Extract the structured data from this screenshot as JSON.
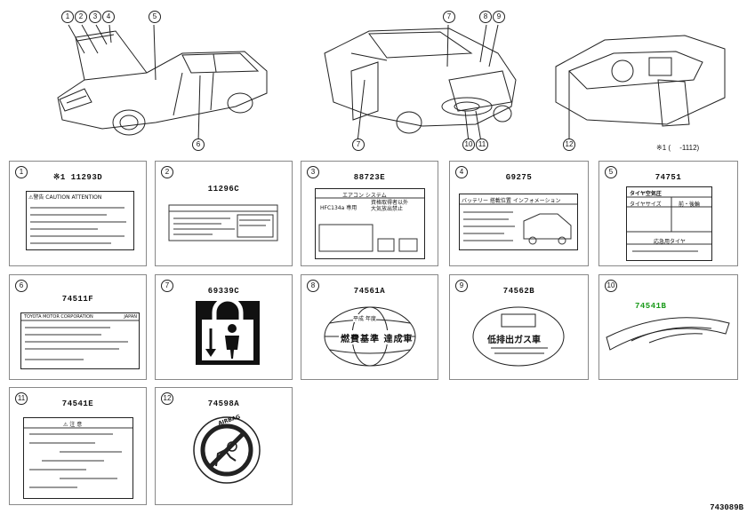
{
  "overview": {
    "callouts_car1": [
      "1",
      "2",
      "3",
      "4",
      "5",
      "6"
    ],
    "callouts_car2": [
      "7",
      "8",
      "9",
      "7",
      "10",
      "11"
    ],
    "callouts_dash": [
      "12"
    ],
    "footnote": "※1 (　 -1112)"
  },
  "panels": [
    {
      "num": "1",
      "part": "※1 11293D",
      "label_text": "⚠警告 CAUTION ATTENTION"
    },
    {
      "num": "2",
      "part": "11296C",
      "label_text": ""
    },
    {
      "num": "3",
      "part": "88723E",
      "label_text": "エアコン システム",
      "sub1": "HFC134a 専用",
      "sub2": "資格取得者以外\n大気放出禁止"
    },
    {
      "num": "4",
      "part": "G9275",
      "label_text": "バッテリー 搭載位置 インフォメーション"
    },
    {
      "num": "5",
      "part": "74751",
      "label_text": "タイヤ空気圧",
      "cols": [
        "タイヤサイズ",
        "前・後輪"
      ],
      "foot": "応急用タイヤ"
    },
    {
      "num": "6",
      "part": "74511F",
      "label_text": "TOYOTA MOTOR CORPORATION",
      "side": "JAPAN"
    },
    {
      "num": "7",
      "part": "69339C",
      "label_text": ""
    },
    {
      "num": "8",
      "part": "74561A",
      "label_text": "平成 年度",
      "badge": "燃費基準 達成車"
    },
    {
      "num": "9",
      "part": "74562B",
      "label_text": "低排出ガス車"
    },
    {
      "num": "10",
      "part": "74541B",
      "label_text": ""
    },
    {
      "num": "11",
      "part": "74541E",
      "label_text": "⚠ 注 意"
    },
    {
      "num": "12",
      "part": "74598A",
      "label_text": "AIRBAG"
    }
  ],
  "ref_code": "743089B",
  "colors": {
    "highlight": "#1a9a1a",
    "line": "#222222",
    "panel_border": "#888888"
  }
}
